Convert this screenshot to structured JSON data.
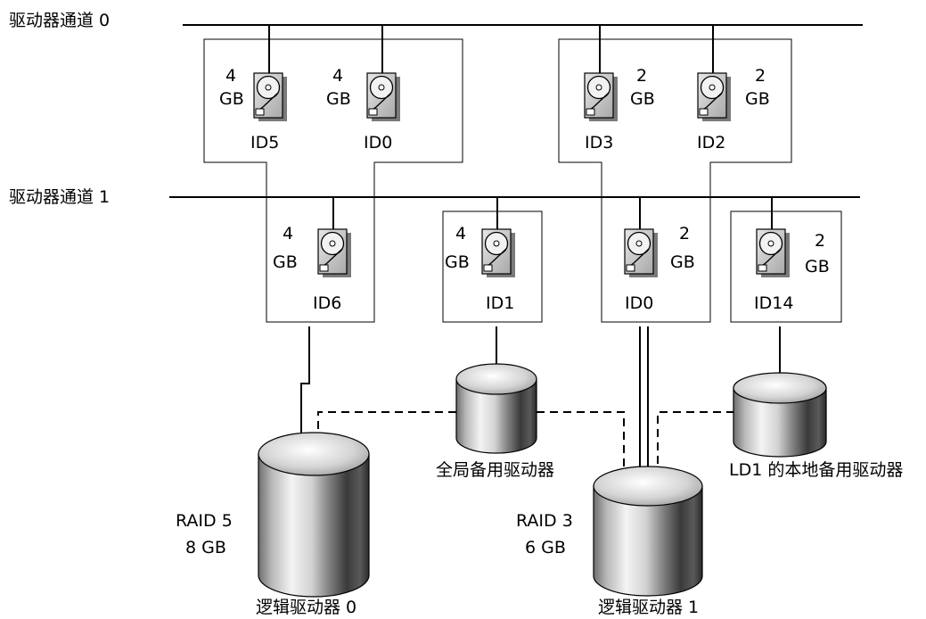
{
  "channels": {
    "ch0": {
      "label": "驱动器通道 0"
    },
    "ch1": {
      "label": "驱动器通道 1"
    }
  },
  "drives": {
    "ch0_id5": {
      "size_num": "4",
      "size_unit": "GB",
      "id": "ID5"
    },
    "ch0_id0": {
      "size_num": "4",
      "size_unit": "GB",
      "id": "ID0"
    },
    "ch0_id3": {
      "size_num": "2",
      "size_unit": "GB",
      "id": "ID3"
    },
    "ch0_id2": {
      "size_num": "2",
      "size_unit": "GB",
      "id": "ID2"
    },
    "ch1_id6": {
      "size_num": "4",
      "size_unit": "GB",
      "id": "ID6"
    },
    "ch1_id1": {
      "size_num": "4",
      "size_unit": "GB",
      "id": "ID1"
    },
    "ch1_id0": {
      "size_num": "2",
      "size_unit": "GB",
      "id": "ID0"
    },
    "ch1_id14": {
      "size_num": "2",
      "size_unit": "GB",
      "id": "ID14"
    }
  },
  "logical_drives": {
    "ld0": {
      "raid": "RAID 5",
      "size": "8 GB",
      "label": "逻辑驱动器 0"
    },
    "ld1": {
      "raid": "RAID 3",
      "size": "6 GB",
      "label": "逻辑驱动器 1"
    }
  },
  "spares": {
    "global": {
      "label": "全局备用驱动器"
    },
    "local": {
      "label": "LD1 的本地备用驱动器"
    }
  },
  "colors": {
    "line": "#000000",
    "drive_body": "#cfcfcf",
    "drive_shadow": "#7a7a7a",
    "cylinder_light": "#f4f4f4",
    "cylinder_dark": "#3a3a3a"
  }
}
